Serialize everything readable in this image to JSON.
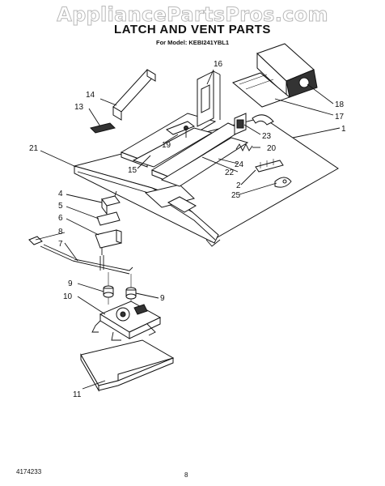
{
  "watermark": "AppliancePartsPros.com",
  "title": "LATCH AND VENT PARTS",
  "subtitle": "For Model: KEBI241YBL1",
  "doc_number": "4174233",
  "page_number": "8",
  "callouts": {
    "c1": "1",
    "c2": "2",
    "c4": "4",
    "c5": "5",
    "c6": "6",
    "c7": "7",
    "c8": "8",
    "c9a": "9",
    "c9b": "9",
    "c10": "10",
    "c11": "11",
    "c13": "13",
    "c14": "14",
    "c15": "15",
    "c16": "16",
    "c17": "17",
    "c18": "18",
    "c19": "19",
    "c20": "20",
    "c21": "21",
    "c22": "22",
    "c23": "23",
    "c24": "24",
    "c25": "25"
  }
}
